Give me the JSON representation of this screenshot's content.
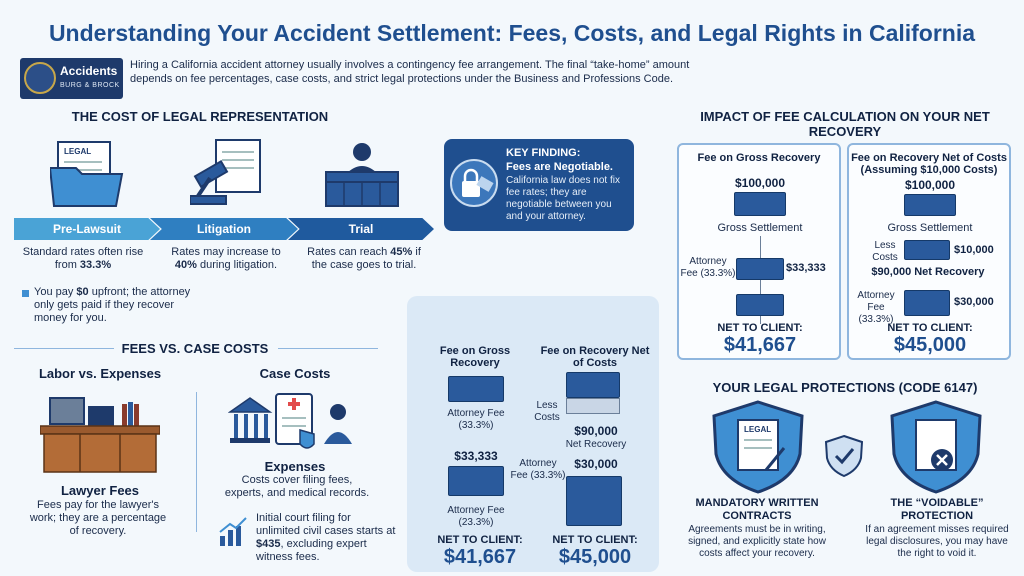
{
  "title": "Understanding Your Accident Settlement: Fees, Costs, and Legal Rights in California",
  "logo": {
    "brand": "Accidents",
    "sub": "BURG & BROCK"
  },
  "intro": "Hiring a California accident attorney usually involves a contingency fee arrangement. The final “take-home” amount depends on fee percentages, case costs, and strict legal protections under the Business and Professions Code.",
  "cost_section": {
    "title": "THE COST OF LEGAL REPRESENTATION",
    "doc_label": "LEGAL",
    "stages": [
      {
        "label": "Pre-Lawsuit",
        "text": "Standard rates often rise from ",
        "bold": "33.3%"
      },
      {
        "label": "Litigation",
        "text": "Rates may increase to ",
        "bold": "40%",
        "tail": " during litigation."
      },
      {
        "label": "Trial",
        "text": "Rates can reach ",
        "bold": "45%",
        "tail": " if the case goes to trial."
      }
    ],
    "upfront": {
      "pre": "You pay ",
      "bold": "$0",
      "post": " upfront; the attorney only gets paid if they recover money for you."
    }
  },
  "key_finding": {
    "heading": "KEY FINDING:",
    "subheading": "Fees are Negotiable.",
    "text": "California law does not fix fee rates; they are negotiable between you and your attorney."
  },
  "fees_vs_costs": {
    "title": "FEES VS. CASE COSTS",
    "labor_title": "Labor vs. Expenses",
    "costs_title": "Case Costs",
    "lawyer_fees_title": "Lawyer Fees",
    "lawyer_fees_text": "Fees pay for the lawyer's work; they are a percentage of recovery.",
    "expenses_title": "Expenses",
    "expenses_text": "Costs cover filing fees, experts, and medical records.",
    "filing_text": "Initial court filing for unlimited civil cases starts at ",
    "filing_bold": "$435",
    "filing_tail": ", excluding expert witness fees."
  },
  "middle_panel": {
    "col1_title": "Fee on Gross Recovery",
    "col2_title": "Fee on Recovery Net of Costs",
    "attorney_fee_1": "Attorney Fee",
    "attorney_fee_1_pct": "(33.3%)",
    "less_costs": "Less Costs",
    "net_value": "$90,000",
    "net_label": "Net Recovery",
    "fee_value_1": "$33,333",
    "attorney_fee_2": "Attorney Fee",
    "attorney_fee_2_pct": "(23.3%)",
    "attorney_fee_3": "Attorney Fee (33.3%)",
    "fee_value_2": "$30,000",
    "net_client_label_1": "NET TO CLIENT:",
    "net_client_value_1": "$41,667",
    "net_client_label_2": "NET TO CLIENT:",
    "net_client_value_2": "$45,000"
  },
  "impact": {
    "title": "IMPACT OF FEE CALCULATION ON YOUR NET RECOVERY",
    "left": {
      "title": "Fee on Gross Recovery",
      "gross_value": "$100,000",
      "gross_label": "Gross Settlement",
      "fee_label": "Attorney Fee (33.3%)",
      "fee_value": "$33,333",
      "net_label": "NET TO CLIENT:",
      "net_value": "$41,667"
    },
    "right": {
      "title": "Fee on Recovery Net of Costs (Assuming $10,000 Costs)",
      "gross_value": "$100,000",
      "gross_label": "Gross Settlement",
      "less_label": "Less Costs",
      "less_value": "$10,000",
      "net_recovery": "$90,000 Net Recovery",
      "fee_label": "Attorney Fee (33.3%)",
      "fee_value": "$30,000",
      "net_label": "NET TO CLIENT:",
      "net_value": "$45,000"
    }
  },
  "protections": {
    "title": "YOUR LEGAL PROTECTIONS (CODE 6147)",
    "doc_label": "LEGAL",
    "left_title": "MANDATORY WRITTEN CONTRACTS",
    "left_text": "Agreements must be in writing, signed, and explicitly state how costs affect your recovery.",
    "right_title": "THE “VOIDABLE” PROTECTION",
    "right_text": "If an agreement misses required legal disclosures, you may have the right to void it."
  },
  "colors": {
    "primary": "#1f4f8f",
    "bar_light": "#4aa3d6",
    "bar_mid": "#2f7fc1",
    "bar_dark": "#1f5a9e"
  }
}
